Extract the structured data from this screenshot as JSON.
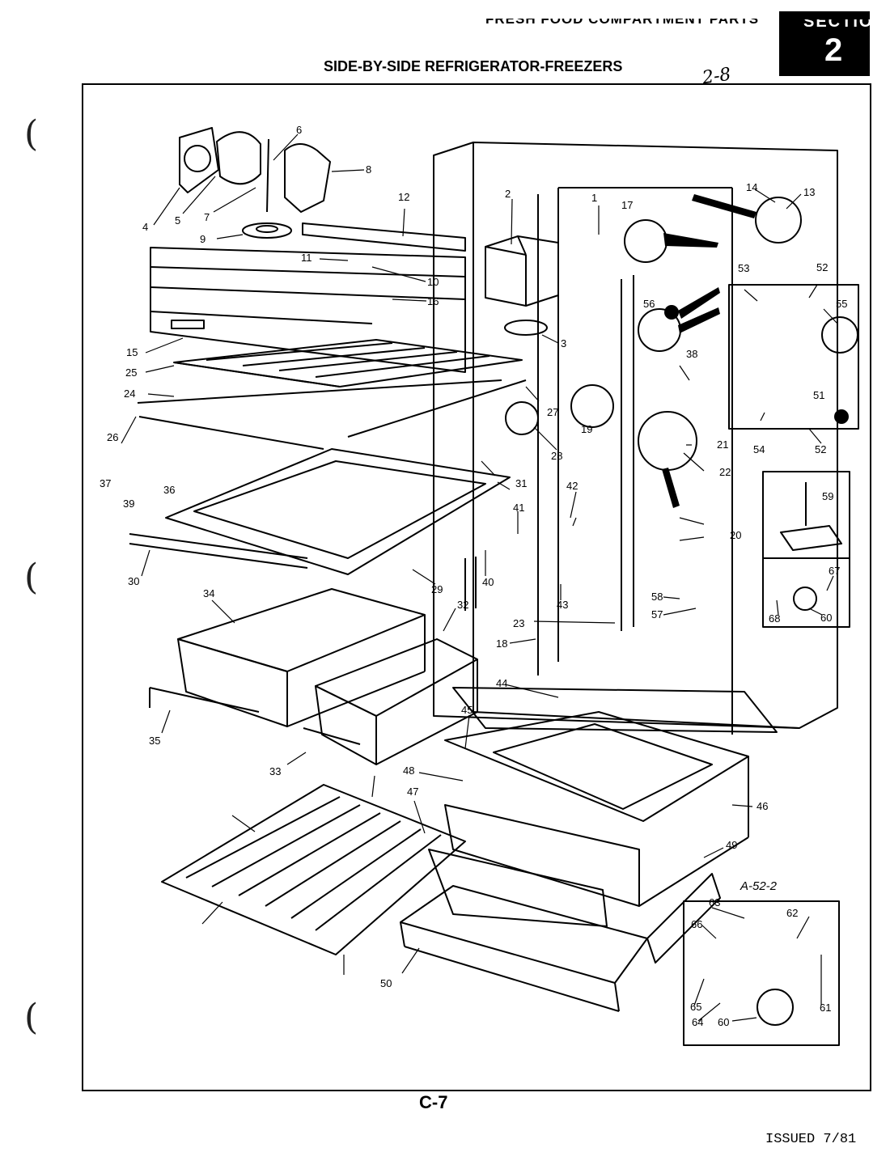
{
  "header": {
    "top_text": "FRESH FOOD COMPARTMENT PARTS",
    "section_word": "SECTION",
    "section_number": "2",
    "title": "SIDE-BY-SIDE REFRIGERATOR-FREEZERS",
    "handwritten_note": "2-8"
  },
  "diagram": {
    "part_numbers": [
      "1",
      "2",
      "3",
      "4",
      "5",
      "6",
      "7",
      "8",
      "9",
      "10",
      "11",
      "12",
      "13",
      "14",
      "15",
      "16",
      "17",
      "18",
      "19",
      "20",
      "21",
      "22",
      "23",
      "24",
      "25",
      "26",
      "27",
      "28",
      "29",
      "30",
      "31",
      "32",
      "33",
      "34",
      "35",
      "36",
      "37",
      "38",
      "39",
      "40",
      "41",
      "42",
      "43",
      "44",
      "45",
      "46",
      "47",
      "48",
      "49",
      "50",
      "51",
      "52",
      "53",
      "54",
      "55",
      "56",
      "57",
      "58",
      "59",
      "60",
      "61",
      "62",
      "63",
      "64",
      "65",
      "66",
      "67",
      "68"
    ],
    "inset_label": "A-52-2"
  },
  "footer": {
    "page_code": "C-7",
    "issued": "ISSUED 7/81"
  }
}
